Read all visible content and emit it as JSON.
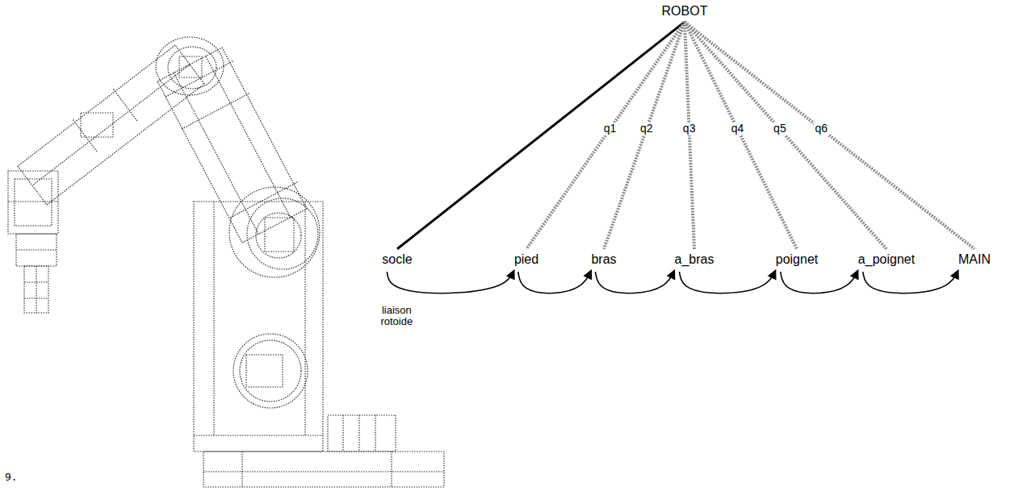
{
  "diagram": {
    "nodes": [
      {
        "text": [
          "ROBOT"
        ]
      },
      {
        "text": [
          "socle"
        ]
      },
      {
        "text": [
          "pied"
        ]
      },
      {
        "text": [
          "bras"
        ]
      },
      {
        "text": [
          "a_bras"
        ]
      },
      {
        "text": [
          "poignet"
        ]
      },
      {
        "text": [
          "a_poignet"
        ]
      },
      {
        "text": [
          "MAIN"
        ]
      }
    ],
    "edges": [
      {
        "from": 0,
        "to": 1,
        "arrow": "none"
      },
      {
        "from": 0,
        "to": 2,
        "arrow": "none",
        "label": "q1"
      },
      {
        "from": 0,
        "to": 3,
        "arrow": "none",
        "label": "q2"
      },
      {
        "from": 0,
        "to": 4,
        "arrow": "none",
        "label": "q3"
      },
      {
        "from": 0,
        "to": 5,
        "arrow": "none",
        "label": "q4"
      },
      {
        "from": 0,
        "to": 6,
        "arrow": "none",
        "label": "q5"
      },
      {
        "from": 0,
        "to": 7,
        "arrow": "none",
        "label": "q6"
      },
      {
        "from": 1,
        "to": 2,
        "arrow": "to",
        "label": "liaison rotoide"
      },
      {
        "from": 2,
        "to": 3,
        "arrow": "to"
      },
      {
        "from": 3,
        "to": 4,
        "arrow": "to"
      },
      {
        "from": 4,
        "to": 5,
        "arrow": "to"
      },
      {
        "from": 5,
        "to": 6,
        "arrow": "to"
      },
      {
        "from": 6,
        "to": 7,
        "arrow": "to"
      }
    ],
    "labels": [
      "9."
    ]
  }
}
